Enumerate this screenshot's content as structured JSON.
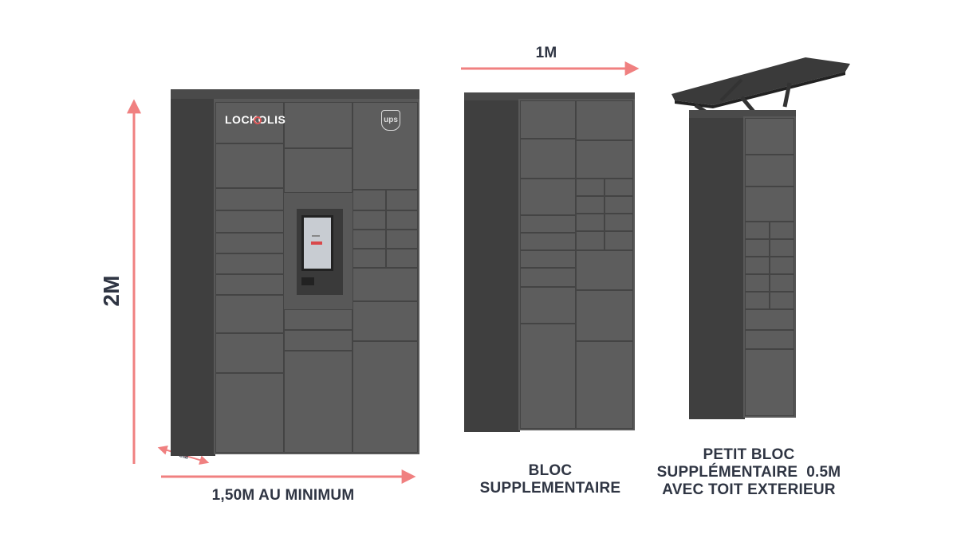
{
  "measurements": {
    "height": "2M",
    "depth": "50CM",
    "width_main": "1,50M AU MINIMUM",
    "width_extra": "1M"
  },
  "captions": {
    "block_extra_line1": "BLOC",
    "block_extra_line2": "SUPPLEMENTAIRE",
    "block_small_line1": "PETIT BLOC",
    "block_small_line2": "SUPPLÉMENTAIRE  0.5M",
    "block_small_line3": "AVEC TOIT EXTERIEUR"
  },
  "brands": {
    "left": "LOCKOLIS",
    "right": "ups"
  },
  "colors": {
    "arrow": "#f08080",
    "label": "#2f3543",
    "cabinet": "#585858",
    "lockolis_accent": "#e0585a"
  }
}
